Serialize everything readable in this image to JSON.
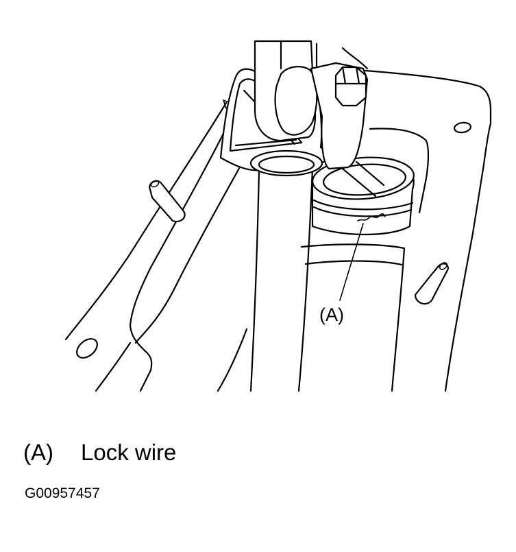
{
  "callouts": [
    {
      "label": "(A)"
    }
  ],
  "legend": [
    {
      "key": "(A)",
      "text": "Lock wire"
    }
  ],
  "figure_id": "G00957457"
}
